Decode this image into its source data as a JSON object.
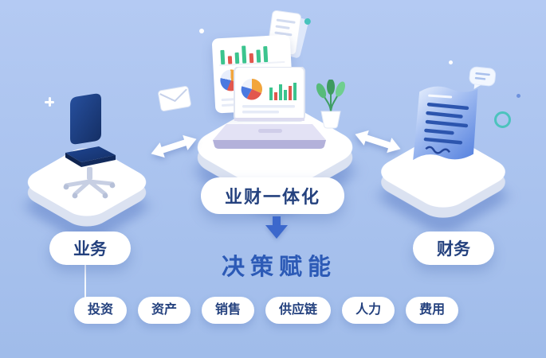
{
  "colors": {
    "background": "#a9c2ee",
    "text_navy": "#24417e",
    "accent_blue": "#2c5ab6",
    "chart_green": "#3bc48e",
    "chart_red": "#e2574d",
    "teal": "#49c3bd",
    "chair_navy": "#1c3f8c"
  },
  "nodes": {
    "business": {
      "label": "业务"
    },
    "integration": {
      "label": "业财一体化"
    },
    "finance": {
      "label": "财务"
    }
  },
  "decision": {
    "label": "决策赋能"
  },
  "modules": {
    "items": [
      "投资",
      "资产",
      "销售",
      "供应链",
      "人力",
      "费用"
    ]
  },
  "icons": {
    "office_chair": "office-chair-icon",
    "laptop": "laptop-dashboard-icon",
    "dashboard_panel": "chart-panel-icon",
    "paper_sheet": "paper-sheet-icon",
    "plant": "plant-icon",
    "envelope": "envelope-icon",
    "finance_document": "finance-document-icon",
    "chat_bubble": "chat-bubble-icon",
    "teal_ring": "teal-ring-icon",
    "double_arrow": "double-arrow-icon",
    "down_arrow": "down-arrow-icon"
  }
}
